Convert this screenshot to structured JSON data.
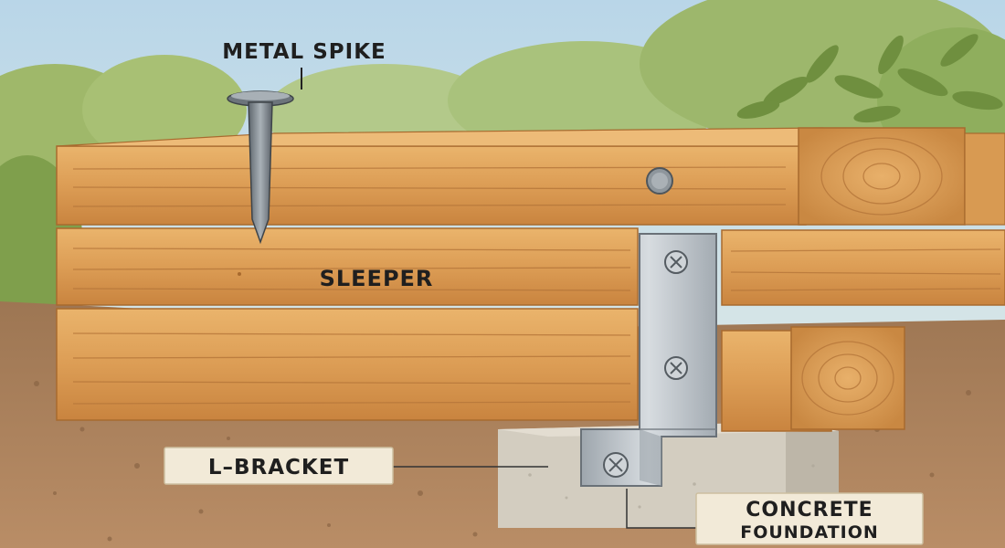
{
  "labels": {
    "metal_spike": "METAL SPIKE",
    "sleeper": "SLEEPER",
    "l_bracket": "L–BRACKET",
    "concrete_line1": "CONCRETE",
    "concrete_line2": "FOUNDATION"
  },
  "colors": {
    "sky": "#cfe3ee",
    "soil": "#a77f5a",
    "wood": "#e0a45c",
    "wood_dark": "#b8783a",
    "steel": "#b9c0c6",
    "concrete": "#d6d0c4",
    "foliage": "#7a9a4a"
  }
}
